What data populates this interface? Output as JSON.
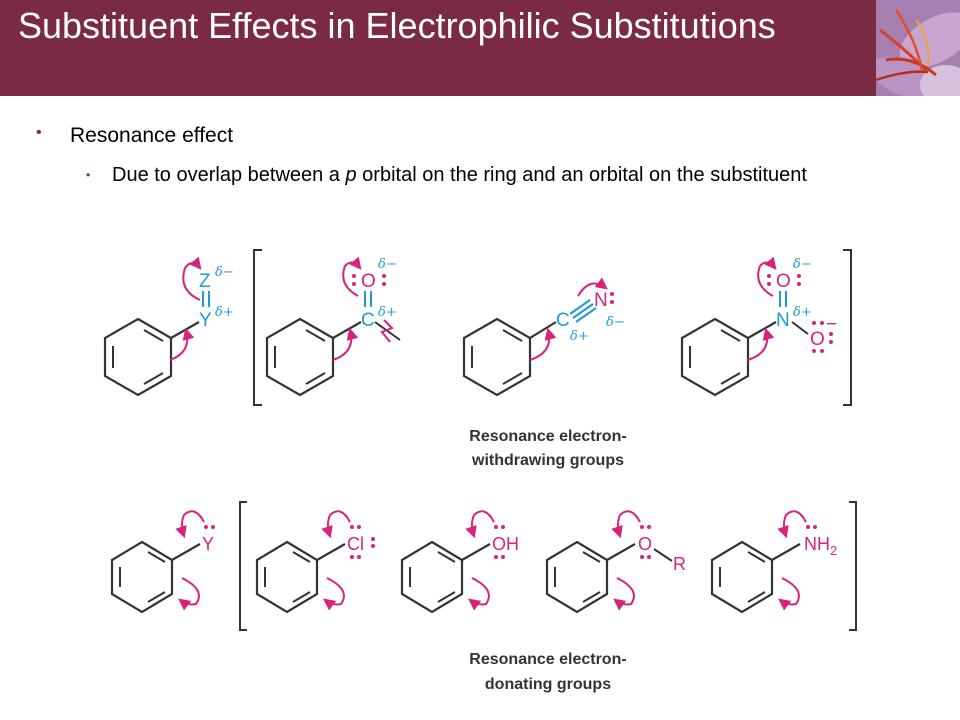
{
  "slide": {
    "title": "Substituent Effects in Electrophilic Substitutions",
    "bullet1": "Resonance effect",
    "bullet2_pre": "Due to overlap between a ",
    "bullet2_em": "p",
    "bullet2_post": " orbital on the ring and an orbital on the substituent"
  },
  "withdrawing": {
    "caption_line1": "Resonance electron-",
    "caption_line2": "withdrawing groups",
    "general": {
      "top": "Z",
      "base": "Y",
      "delta_minus": "δ−",
      "delta_plus": "δ+"
    },
    "carbonyl": {
      "top": "O",
      "base": "C",
      "delta_minus": "δ−",
      "delta_plus": "δ+"
    },
    "nitrile": {
      "atom1": "C",
      "atom2": "N",
      "delta_minus": "δ−",
      "delta_plus": "δ+"
    },
    "nitro": {
      "top": "O",
      "base": "N",
      "side": "O",
      "delta_minus": "δ−",
      "delta_plus": "δ+",
      "charge": "−"
    }
  },
  "donating": {
    "caption_line1": "Resonance electron-",
    "caption_line2": "donating groups",
    "groups": [
      "Y",
      "Cl",
      "OH",
      "O",
      "NH2"
    ],
    "ether_r": "R"
  },
  "colors": {
    "header": "#7b2a43",
    "blue": "#1e9ad6",
    "magenta": "#d6247a"
  }
}
